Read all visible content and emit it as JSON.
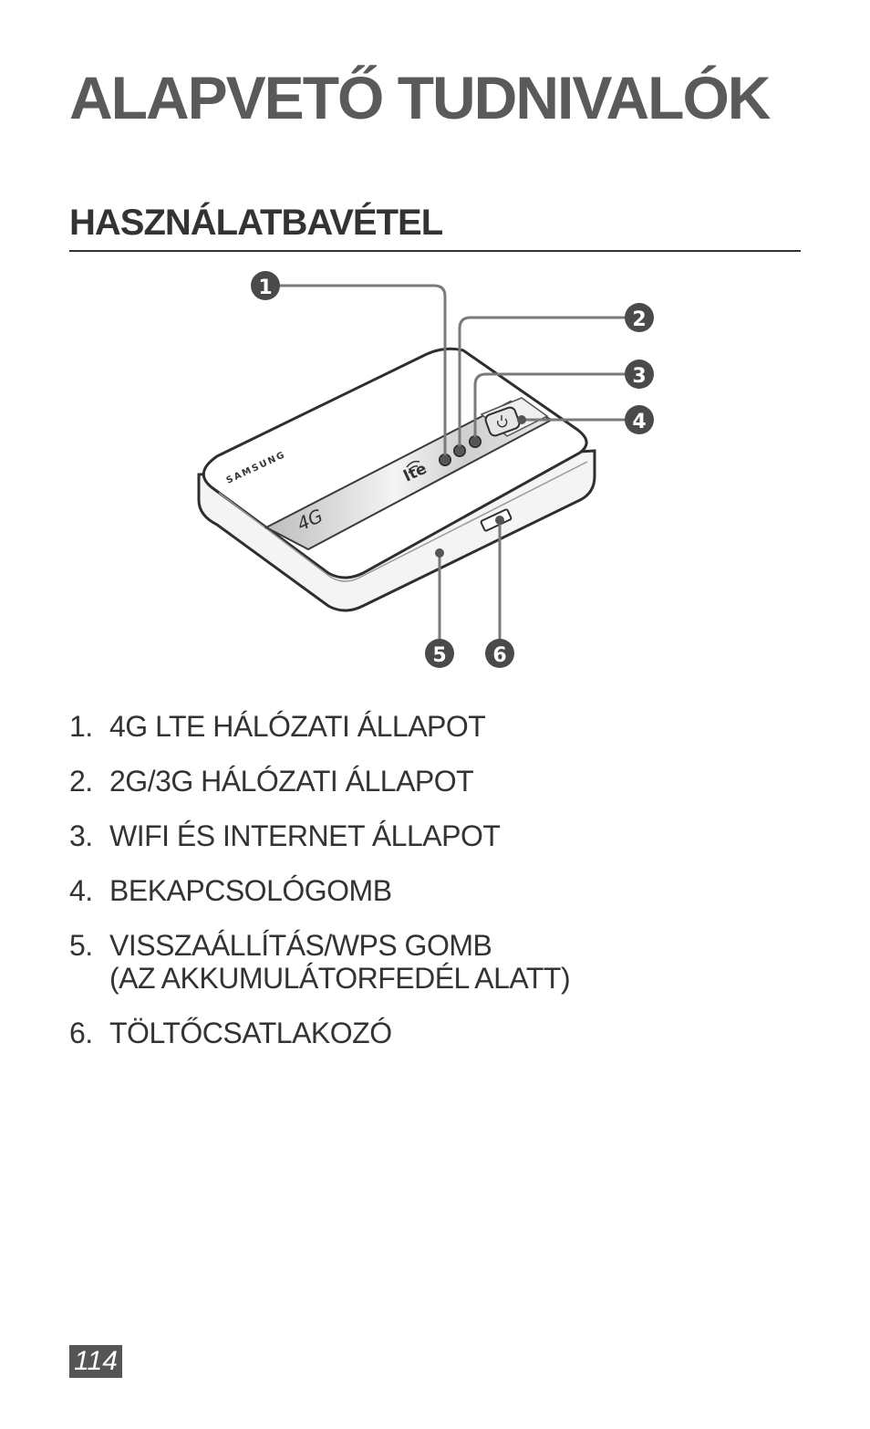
{
  "title": "ALAPVETŐ TUDNIVALÓK",
  "section_heading": "HASZNÁLATBAVÉTEL",
  "figure": {
    "device_brand": "SAMSUNG",
    "device_badge": "4G",
    "device_logo": "lte",
    "callouts": [
      "1",
      "2",
      "3",
      "4",
      "5",
      "6"
    ],
    "icons": [
      "power-icon"
    ]
  },
  "items": [
    {
      "num": "1.",
      "text": "4G LTE HÁLÓZATI ÁLLAPOT"
    },
    {
      "num": "2.",
      "text": "2G/3G HÁLÓZATI ÁLLAPOT"
    },
    {
      "num": "3.",
      "text": "WIFI ÉS INTERNET ÁLLAPOT"
    },
    {
      "num": "4.",
      "text": "BEKAPCSOLÓGOMB"
    },
    {
      "num": "5.",
      "text": "VISSZAÁLLÍTÁS/WPS GOMB",
      "text2": "(AZ AKKUMULÁTORFEDÉL ALATT)"
    },
    {
      "num": "6.",
      "text": "TÖLTŐCSATLAKOZÓ"
    }
  ],
  "page_number": "114"
}
